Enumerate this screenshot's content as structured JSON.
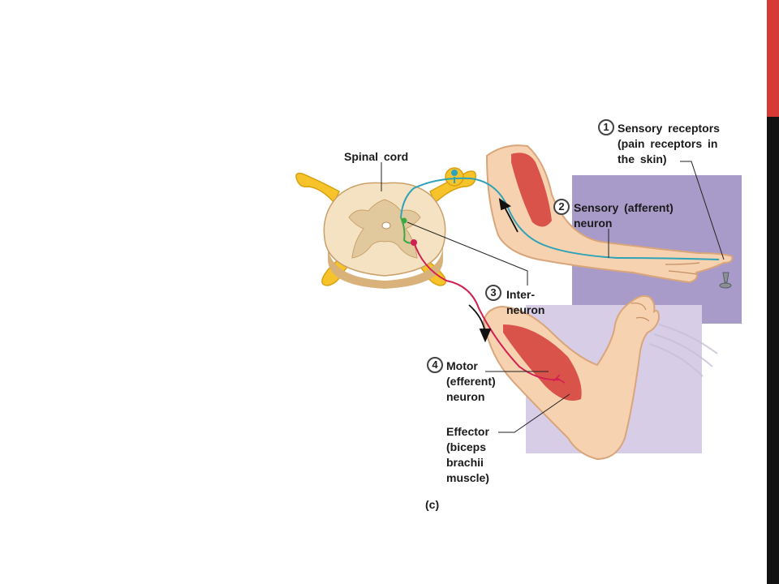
{
  "labels": {
    "spinal_cord": "Spinal cord",
    "step1": {
      "number": "1",
      "lines": [
        "Sensory receptors",
        "(pain receptors in",
        "the skin)"
      ]
    },
    "step2": {
      "number": "2",
      "lines": [
        "Sensory (afferent)",
        "neuron"
      ]
    },
    "step3": {
      "number": "3",
      "lines": [
        "Inter-",
        "neuron"
      ]
    },
    "step4": {
      "number": "4",
      "lines": [
        "Motor",
        "(efferent)",
        "neuron"
      ]
    },
    "effector": {
      "lines": [
        "Effector",
        "(biceps",
        "brachii",
        "muscle)"
      ]
    },
    "panel_letter": "(c)"
  },
  "colors": {
    "side_accent_top": "#d63a34",
    "side_accent_bottom": "#121212",
    "panel_upper": "#a99bc9",
    "panel_lower": "#d8cde6",
    "skin": "#f6d2b0",
    "skin_outline": "#d9a57a",
    "muscle": "#d9534a",
    "sensory_neuron": "#2ea3b8",
    "interneuron": "#3aa845",
    "motor_neuron": "#d21f52",
    "spinal_cord_white": "#f4e2c3",
    "spinal_cord_gray": "#e2c99d",
    "nerve_roots": "#f6c42a"
  }
}
